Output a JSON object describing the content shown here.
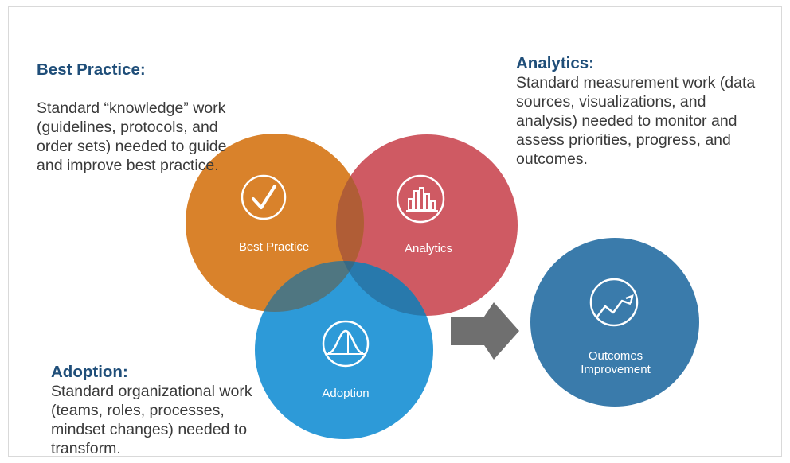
{
  "best_practice": {
    "label": "Best Practice:",
    "body": "Standard “knowledge” work (guidelines, protocols, and order sets) needed to guide and improve best practice.",
    "circle_label": "Best Practice",
    "color": "#d9822b",
    "icon": "checkmark-icon"
  },
  "analytics": {
    "label": "Analytics:",
    "body": "Standard measurement work (data sources, visualizations, and analysis) needed to monitor and assess priorities, progress, and outcomes.",
    "circle_label": "Analytics",
    "color": "#cf5a63",
    "icon": "bar-chart-icon"
  },
  "adoption": {
    "label": "Adoption:",
    "body": "Standard organizational work (teams, roles, processes, mindset changes) needed to transform.",
    "circle_label": "Adoption",
    "color": "#2d9ad8",
    "icon": "bell-curve-icon"
  },
  "outcomes": {
    "circle_label_line1": "Outcomes",
    "circle_label_line2": "Improvement",
    "color": "#3a7bab",
    "icon": "trend-line-icon"
  },
  "arrow": {
    "color": "#6f6f6f",
    "icon": "right-arrow-icon"
  }
}
